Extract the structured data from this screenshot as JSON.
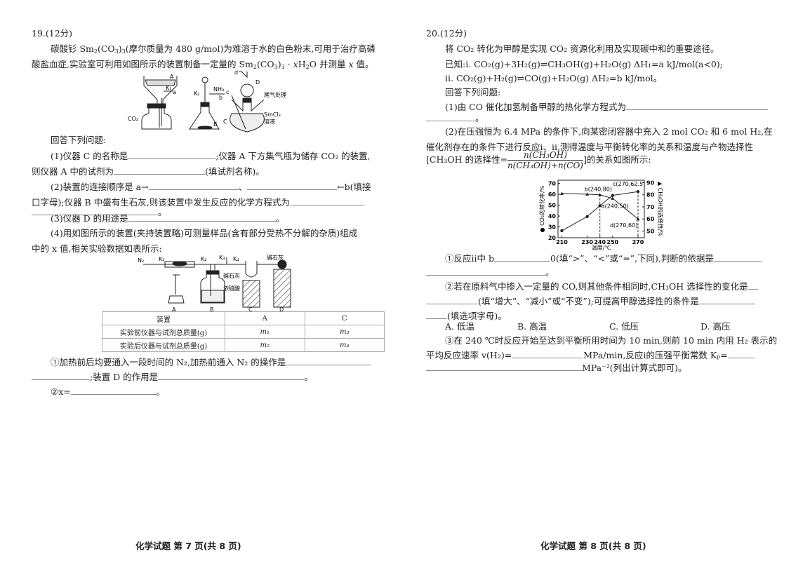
{
  "q19": {
    "header": "19.(12分)",
    "intro1a": "碳酸钐 Sm",
    "intro1b": "(CO",
    "intro1c": ")",
    "intro1d": "(摩尔质量为 480 g/mol)为难溶于水的白色粉末,可用于治疗高磷",
    "intro2a": "酸盐血症,实验室可利用如图所示的装置制备一定量的 Sm",
    "intro2b": "(CO",
    "intro2c": ")",
    "intro2d": " · ",
    "intro2e": "x",
    "intro2f": "H",
    "intro2g": "O 并测量 ",
    "intro2h": " 值。",
    "fig1_labels": {
      "A": "A",
      "K1": "K₁",
      "a": "a",
      "CO2": "CO₂",
      "K2": "K₂",
      "NH3": "NH₃",
      "b": "b",
      "B": "B",
      "d": "d",
      "D": "D",
      "c": "c",
      "tail": "尾气处理",
      "C": "C",
      "smcl3": "SmCl₃",
      "soln": "溶液"
    },
    "answer_prompt": "回答下列问题:",
    "p1a": "(1)仪器 C 的名称是",
    "p1b": ";仪器 A 下方集气瓶为储存 CO₂ 的装置,",
    "p1c": "则仪器 A 中的试剂为",
    "p1d": "(填试剂名称)。",
    "p2a": "(2)装置的连接顺序是 a→",
    "p2b": "、",
    "p2c": "←b(填接",
    "p2d": "口字母);仪器 B 中盛有生石灰,则该装置中发生反应的化学方程式为",
    "p2e": "。",
    "p3a": "(3)仪器 D 的用途是",
    "p3b": "。",
    "p4a": "(4)用如图所示的装置(夹持装置略)可测量样品(含有部分受热不分解的杂质)组成",
    "p4b": "中的 x 值,相关实验数据如表所示:",
    "fig2_labels": {
      "N2": "N₂",
      "K1": "K₁",
      "K2": "K₂",
      "K3": "K₃",
      "K4": "K₄",
      "lime1": "碱石灰",
      "lime2": "碱石灰",
      "acid": "浓硫酸",
      "A": "A",
      "B": "B",
      "C": "C",
      "D": "D"
    },
    "table": {
      "headers": [
        "装置",
        "A",
        "C"
      ],
      "rows": [
        [
          "实验前仪器与试剂总质量(g)",
          "m₁",
          "m₃"
        ],
        [
          "实验后仪器与试剂总质量(g)",
          "m₂",
          "m₄"
        ]
      ]
    },
    "s1a": "①加热前后均要通入一段时间的 N₂,加热前通入 N₂ 的操作是",
    "s1b": ";装置 D 的作用是",
    "s1c": "。",
    "s2a": "②x=",
    "s2b": "。"
  },
  "q20": {
    "header": "20.(12分)",
    "intro": "将 CO₂ 转化为甲醇是实现 CO₂ 资源化利用及实现碳中和的重要途径。",
    "known1": "已知:ⅰ. CO₂(g)+3H₂(g)⇌CH₃OH(g)+H₂O(g)   ΔH₁=a kJ/mol(a<0);",
    "known2": "ⅱ. CO₂(g)+H₂(g)⇌CO(g)+H₂O(g)   ΔH₂=b kJ/mol。",
    "answer_prompt": "回答下列问题:",
    "p1a": "(1)由 CO 催化加氢制备甲醇的热化学方程式为",
    "p1b": "。",
    "p2a": "(2)在压强恒为 6.4 MPa 的条件下,向某密闭容器中充入 2 mol CO₂ 和 6 mol H₂,在",
    "p2b": "催化剂存在的条件下进行反应ⅰ、ⅱ,测得温度与平衡转化率的关系和温度与产物选择性",
    "p2c": "[CH₃OH 的选择性=",
    "frac_num": "n(CH₃OH)",
    "frac_den": "n(CH₃OH)+n(CO)",
    "p2d": "]的关系如图所示:",
    "s1a": "①反应ⅱ中 b",
    "s1b": "0(填“>”、“<”或“=”,下同),判断的依据是",
    "s1c": "。",
    "s2a": "②若在原料气中掺入一定量的 CO,则其他条件相同时,CH₃OH 选择性的变化是",
    "s2b": "(填“增大”、“减小”或“不变”);可提高甲醇选择性的条件是",
    "s2c": "(填选项字母)。",
    "options": [
      "A. 低温",
      "B. 高温",
      "C. 低压",
      "D. 高压"
    ],
    "s3a": "③在 240 ℃时反应开始至达到平衡所用时间为 10 min,则前 10 min 内用 H₂ 表示的",
    "s3b": "平均反应速率 v(H₂)=",
    "s3c": "MPa/min,反应ⅰ的压强平衡常数 Kₚ=",
    "s3d": "MPa⁻²(列出计算式即可)。"
  },
  "chart_data": {
    "type": "line",
    "xlabel": "温度/℃",
    "ylabel_left": "● CO₂的转化率/%",
    "ylabel_right": "▲ CH₃OH的选择性/%",
    "x_ticks": [
      210,
      230,
      240,
      250,
      270
    ],
    "y_left_ticks": [
      20,
      30,
      40,
      50,
      60,
      70
    ],
    "y_right_ticks": [
      50,
      60,
      70,
      80,
      90
    ],
    "xlim": [
      207,
      275
    ],
    "ylim_left": [
      20,
      73
    ],
    "ylim_right": [
      44.5,
      92
    ],
    "series": [
      {
        "name": "CO₂的转化率",
        "axis": "left",
        "marker": "circle",
        "x": [
          210,
          230,
          240,
          250,
          270
        ],
        "y": [
          26.5,
          39.5,
          49.5,
          59,
          62.5
        ]
      },
      {
        "name": "CH₃OH的选择性",
        "axis": "right",
        "marker": "triangle",
        "x": [
          210,
          230,
          240,
          250,
          270
        ],
        "y": [
          81,
          80.5,
          80,
          77,
          60
        ]
      }
    ],
    "annotations": [
      {
        "label": "b(240,80)",
        "x": 240,
        "y": 80,
        "axis": "right"
      },
      {
        "label": "a(240,50)",
        "x": 240,
        "y": 50,
        "axis": "left"
      },
      {
        "label": "c(270,62.5)",
        "x": 270,
        "y": 62.5,
        "axis": "left"
      },
      {
        "label": "d(270,60)",
        "x": 270,
        "y": 60,
        "axis": "right"
      }
    ]
  },
  "footer": {
    "left": "化学试题 第 7 页(共 8 页)",
    "right": "化学试题 第 8 页(共 8 页)"
  }
}
